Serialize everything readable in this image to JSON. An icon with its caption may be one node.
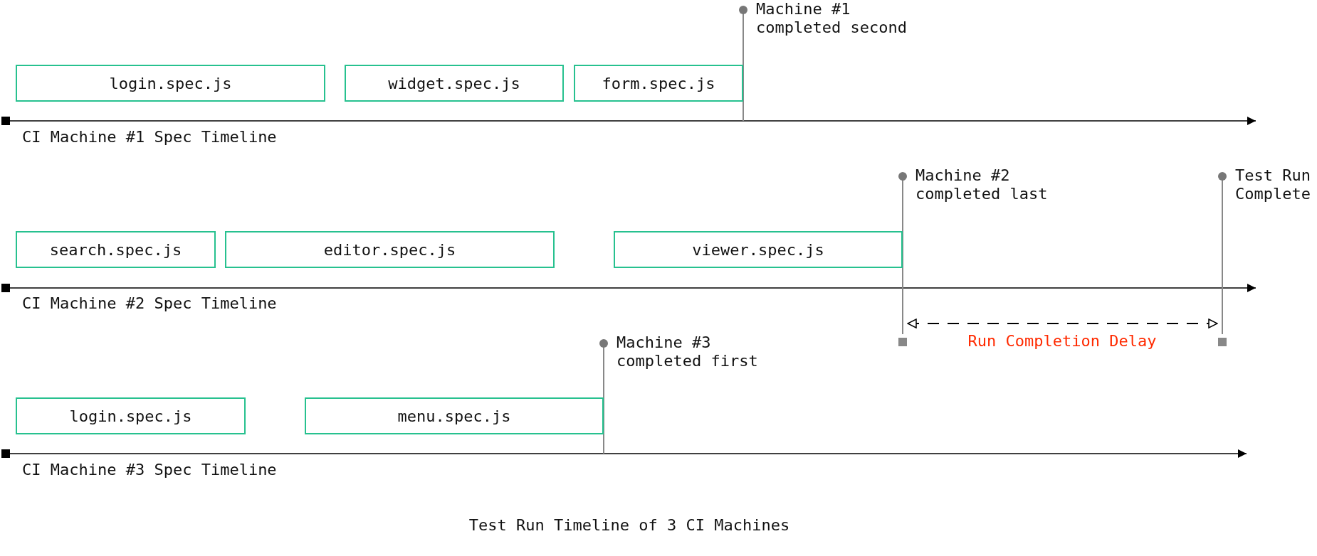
{
  "diagram": {
    "caption": "Test Run Timeline of 3 CI Machines",
    "nodes": [
      {
        "text": [
          "login.spec.js"
        ]
      },
      {
        "text": [
          "widget.spec.js"
        ]
      },
      {
        "text": [
          "form.spec.js"
        ]
      },
      {
        "text": [
          "Machine #1 completed second"
        ]
      },
      {
        "text": [
          "search.spec.js"
        ]
      },
      {
        "text": [
          "editor.spec.js"
        ]
      },
      {
        "text": [
          "viewer.spec.js"
        ]
      },
      {
        "text": [
          "Machine #2 completed last"
        ]
      },
      {
        "text": [
          "Test Run Complete"
        ]
      },
      {
        "text": [
          "login.spec.js"
        ]
      },
      {
        "text": [
          "menu.spec.js"
        ]
      },
      {
        "text": [
          "Machine #3 completed first"
        ]
      }
    ],
    "labels": [
      "CI Machine #1 Spec Timeline",
      "CI Machine #2 Spec Timeline",
      "CI Machine #3 Spec Timeline",
      "Run Completion Delay"
    ]
  }
}
